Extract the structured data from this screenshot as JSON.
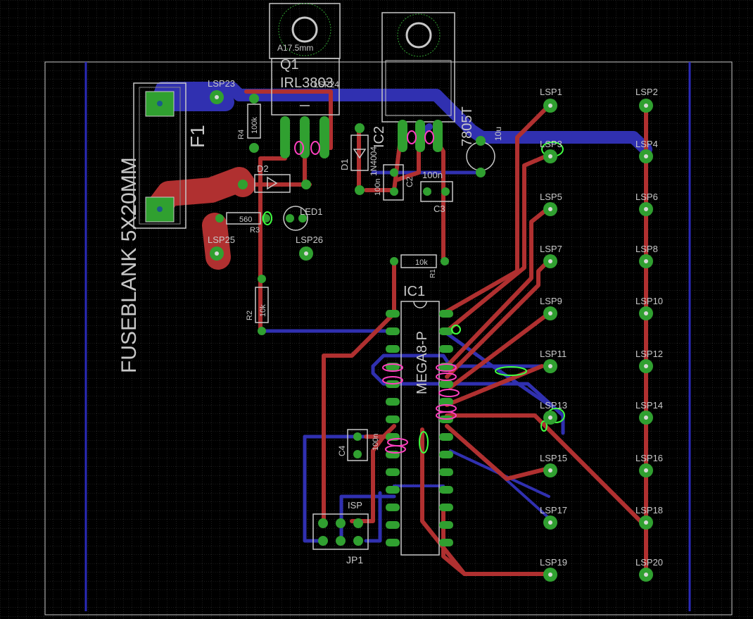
{
  "colors": {
    "background": "#000000",
    "grid": "#3a3a3a",
    "outline": "#c8c8c8",
    "top_copper": "#b03030",
    "bottom_copper": "#3030b0",
    "pad": "#30a030",
    "drill": "#d8d8d8",
    "silkscreen": "#c8c8c8",
    "drc_magenta": "#ff40c0",
    "drc_green": "#40ff40"
  },
  "labels": {
    "fuse_package": "FUSEBLANK 5X20MM",
    "fuse_name": "F1",
    "q1_name": "Q1",
    "q1_value": "IRL3803",
    "q1_heatsink": "A17.5mm",
    "lsp24": "LSP24",
    "ic2_name": "IC2",
    "ic2_value": "7805T",
    "r4_name": "R4",
    "r4_value": "100k",
    "d1_name": "D1",
    "d1_value": "1N4004",
    "d2_name": "D2",
    "c1_value": "10u",
    "c2_name": "C2",
    "c2_value": "100n",
    "c3_name": "C3",
    "c3_value": "100n",
    "r3_name": "R3",
    "r3_value": "560",
    "led1_name": "LED1",
    "r1_name": "R1",
    "r1_value": "10k",
    "r2_name": "R2",
    "r2_value": "10k",
    "ic1_name": "IC1",
    "ic1_value": "MEGA8-P",
    "c4_name": "C4",
    "c4_value": "100n",
    "isp_label": "ISP",
    "jp1_name": "JP1",
    "lsp23": "LSP23",
    "lsp25": "LSP25",
    "lsp26": "LSP26",
    "lsp1": "LSP1",
    "lsp2": "LSP2",
    "lsp3": "LSP3",
    "lsp4": "LSP4",
    "lsp5": "LSP5",
    "lsp6": "LSP6",
    "lsp7": "LSP7",
    "lsp8": "LSP8",
    "lsp9": "LSP9",
    "lsp10": "LSP10",
    "lsp11": "LSP11",
    "lsp12": "LSP12",
    "lsp13": "LSP13",
    "lsp14": "LSP14",
    "lsp15": "LSP15",
    "lsp16": "LSP16",
    "lsp17": "LSP17",
    "lsp18": "LSP18",
    "lsp19": "LSP19",
    "lsp20": "LSP20"
  }
}
